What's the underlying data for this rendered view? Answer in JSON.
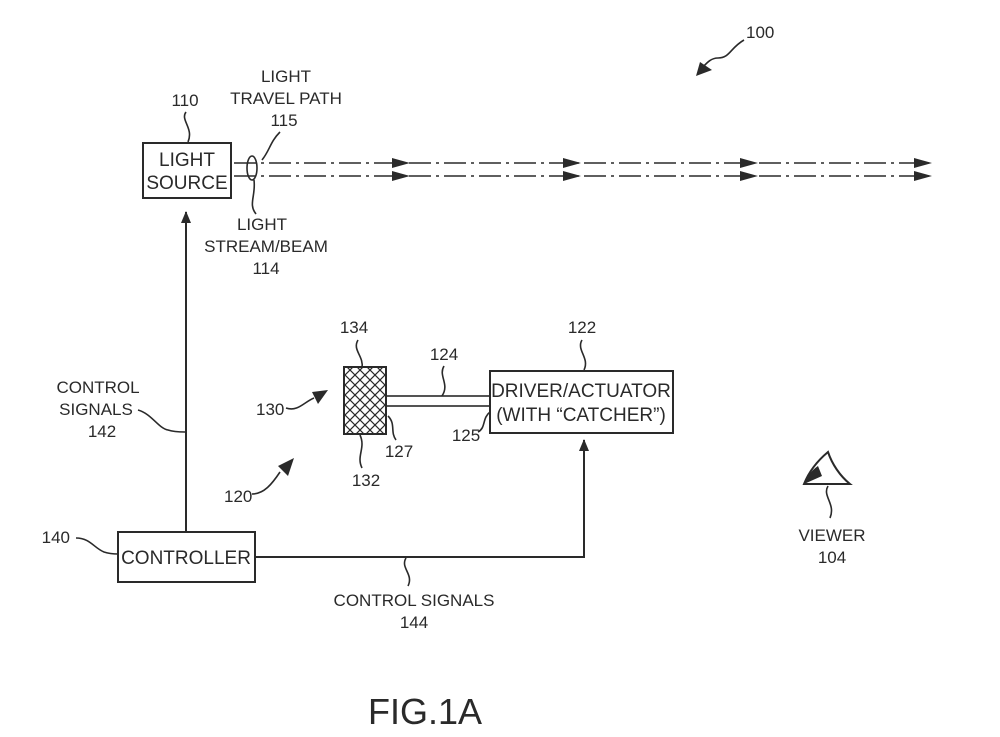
{
  "figure": {
    "caption": "FIG.1A",
    "ref_system": "100"
  },
  "light_source": {
    "line1": "LIGHT",
    "line2": "SOURCE",
    "ref": "110"
  },
  "light_travel_path": {
    "line1": "LIGHT",
    "line2": "TRAVEL PATH",
    "ref": "115"
  },
  "light_stream": {
    "line1": "LIGHT",
    "line2": "STREAM/BEAM",
    "ref": "114"
  },
  "driver_actuator": {
    "line1": "DRIVER/ACTUATOR",
    "line2": "(WITH “CATCHER”)",
    "ref": "122"
  },
  "controller": {
    "label": "CONTROLLER",
    "ref": "140"
  },
  "control_signals_vertical": {
    "line1": "CONTROL",
    "line2": "SIGNALS",
    "ref": "142"
  },
  "control_signals_horizontal": {
    "line1": "CONTROL SIGNALS",
    "ref": "144"
  },
  "viewer": {
    "label": "VIEWER",
    "ref": "104"
  },
  "refs": {
    "r120": "120",
    "r124": "124",
    "r125": "125",
    "r127": "127",
    "r130": "130",
    "r132": "132",
    "r134": "134"
  }
}
